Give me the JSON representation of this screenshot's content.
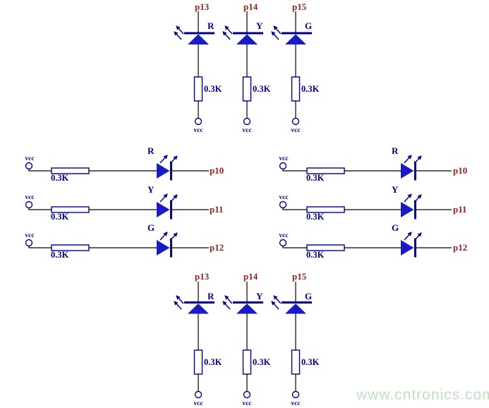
{
  "colors": {
    "background": "#ffffff",
    "wire": "#000000",
    "component_outline": "#000088",
    "led_fill": "#1a1ac8",
    "pin_label": "#8b2222",
    "label_blue": "#000088",
    "watermark": "#c3e0c3"
  },
  "top_row": {
    "circuits": [
      {
        "pin": "p13",
        "led": "R",
        "resistor": "0.3K",
        "supply": "vcc"
      },
      {
        "pin": "p14",
        "led": "Y",
        "resistor": "0.3K",
        "supply": "vcc"
      },
      {
        "pin": "p15",
        "led": "G",
        "resistor": "0.3K",
        "supply": "vcc"
      }
    ]
  },
  "middle_left": {
    "circuits": [
      {
        "pin": "p10",
        "led": "R",
        "resistor": "0.3K",
        "supply": "vcc"
      },
      {
        "pin": "p11",
        "led": "Y",
        "resistor": "0.3K",
        "supply": "vcc"
      },
      {
        "pin": "p12",
        "led": "G",
        "resistor": "0.3K",
        "supply": "vcc"
      }
    ]
  },
  "middle_right": {
    "circuits": [
      {
        "pin": "p10",
        "led": "R",
        "resistor": "0.3K",
        "supply": "vcc"
      },
      {
        "pin": "p11",
        "led": "Y",
        "resistor": "0.3K",
        "supply": "vcc"
      },
      {
        "pin": "p12",
        "led": "G",
        "resistor": "0.3K",
        "supply": "vcc"
      }
    ]
  },
  "bottom_row": {
    "circuits": [
      {
        "pin": "p13",
        "led": "R",
        "resistor": "0.3K",
        "supply": "vcc"
      },
      {
        "pin": "p14",
        "led": "Y",
        "resistor": "0.3K",
        "supply": "vcc"
      },
      {
        "pin": "p15",
        "led": "G",
        "resistor": "0.3K",
        "supply": "vcc"
      }
    ]
  },
  "watermark": {
    "text": "www.cntronics.com"
  }
}
